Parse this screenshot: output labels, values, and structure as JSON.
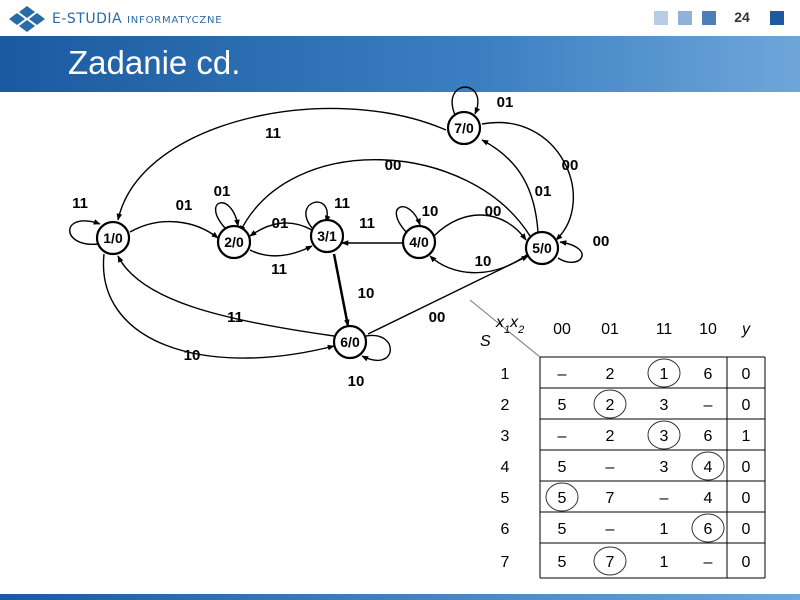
{
  "header": {
    "logo_main": "E-STUDIA ",
    "logo_small": "INFORMATYCZNE",
    "page_number": "24",
    "title": "Zadanie cd."
  },
  "colors": {
    "accent": "#1b5aa0",
    "sq1": "#b6cde3",
    "sq2": "#8fb3d6",
    "sq3": "#4a7fb8",
    "sq4": "#1f5aa0"
  },
  "states": [
    {
      "id": "s1",
      "label": "1/0"
    },
    {
      "id": "s2",
      "label": "2/0"
    },
    {
      "id": "s3",
      "label": "3/1"
    },
    {
      "id": "s4",
      "label": "4/0"
    },
    {
      "id": "s5",
      "label": "5/0"
    },
    {
      "id": "s6",
      "label": "6/0"
    },
    {
      "id": "s7",
      "label": "7/0"
    }
  ],
  "edge_labels": {
    "s1_self": "11",
    "s1_s2": "01",
    "s1_s6": "10",
    "s2_self": "01",
    "s2_s3": "11",
    "s3_s2": "01",
    "s3_self": "11",
    "s3_s6": "10",
    "s4_s3": "11",
    "s4_self": "10",
    "s4_s5": "00",
    "s5_s4": "10",
    "s5_s2": "00",
    "s5_self": "00",
    "s5_s7": "01",
    "s7_self": "01",
    "s7_s1": "11",
    "s7_s5": "00",
    "s6_s1": "11",
    "s6_self": "10",
    "s6_s5": "00"
  },
  "table": {
    "corner_var_main": "x",
    "corner_sub1": "1",
    "corner_var_main2": "x",
    "corner_sub2": "2",
    "corner_state": "S",
    "columns": [
      "00",
      "01",
      "11",
      "10",
      "y"
    ],
    "rows": [
      {
        "s": "1",
        "cells": [
          "–",
          "2",
          "1",
          "6",
          "0"
        ]
      },
      {
        "s": "2",
        "cells": [
          "5",
          "2",
          "3",
          "–",
          "0"
        ]
      },
      {
        "s": "3",
        "cells": [
          "–",
          "2",
          "3",
          "6",
          "1"
        ]
      },
      {
        "s": "4",
        "cells": [
          "5",
          "–",
          "3",
          "4",
          "0"
        ]
      },
      {
        "s": "5",
        "cells": [
          "5",
          "7",
          "–",
          "4",
          "0"
        ]
      },
      {
        "s": "6",
        "cells": [
          "5",
          "–",
          "1",
          "6",
          "0"
        ]
      },
      {
        "s": "7",
        "cells": [
          "5",
          "7",
          "1",
          "–",
          "0"
        ]
      }
    ]
  }
}
